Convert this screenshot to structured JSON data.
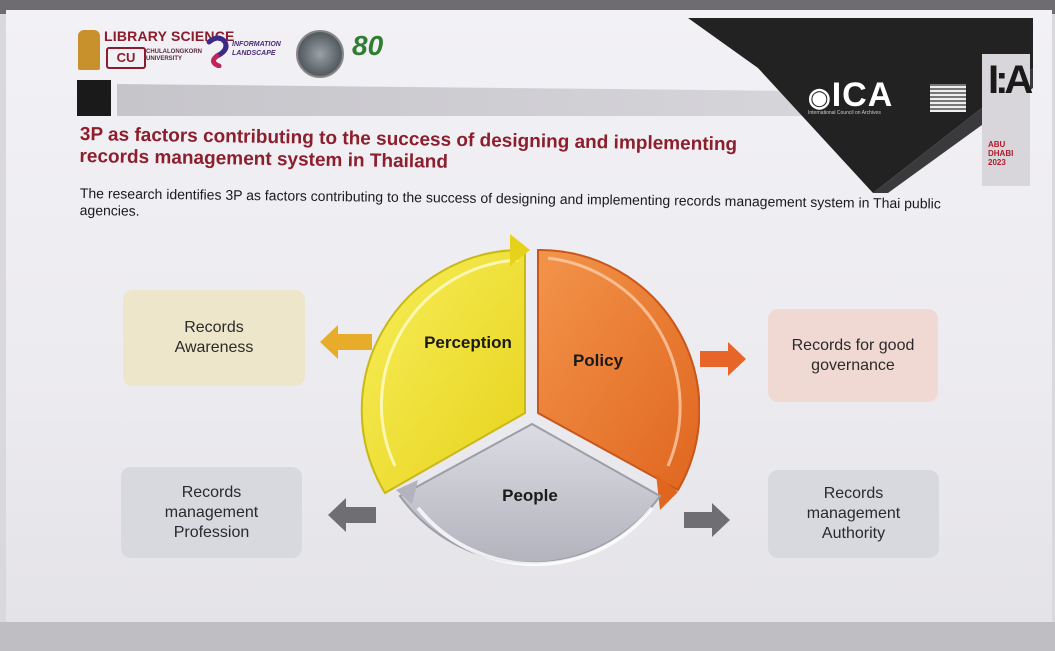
{
  "header": {
    "library_science": "LIBRARY SCIENCE",
    "cu_mark": "CU",
    "cu_sub": "CHULALONGKORN UNIVERSITY",
    "info_landscape": "INFORMATION LANDSCAPE",
    "anniversary_mark": "80",
    "ica_logo": "ICA",
    "ica_sub": "International Council on Archives",
    "badge_big": "I:A",
    "badge_red": "ABU DHABI 2023"
  },
  "slide": {
    "title": "3P as factors contributing to the success of designing and implementing records management system in Thailand",
    "description": "The research identifies 3P as factors contributing to the success of designing and implementing records management system in Thai public agencies."
  },
  "diagram": {
    "segments": [
      {
        "label": "Perception",
        "color": "#f2e22a"
      },
      {
        "label": "Policy",
        "color": "#ee7f33"
      },
      {
        "label": "People",
        "color": "#c9c9d3"
      }
    ],
    "outcomes": {
      "awareness": "Records\nAwareness",
      "governance": "Records for good\ngovernance",
      "profession": "Records\nmanagement\nProfession",
      "authority": "Records\nmanagement\nAuthority"
    }
  },
  "colors": {
    "title": "#8b1f2d",
    "perception": "#f2e22a",
    "policy": "#ee7f33",
    "people": "#c9c9d3",
    "arrow_yellow": "#e6ac2a",
    "arrow_orange": "#e8652a",
    "arrow_gray": "#6f6f73"
  }
}
